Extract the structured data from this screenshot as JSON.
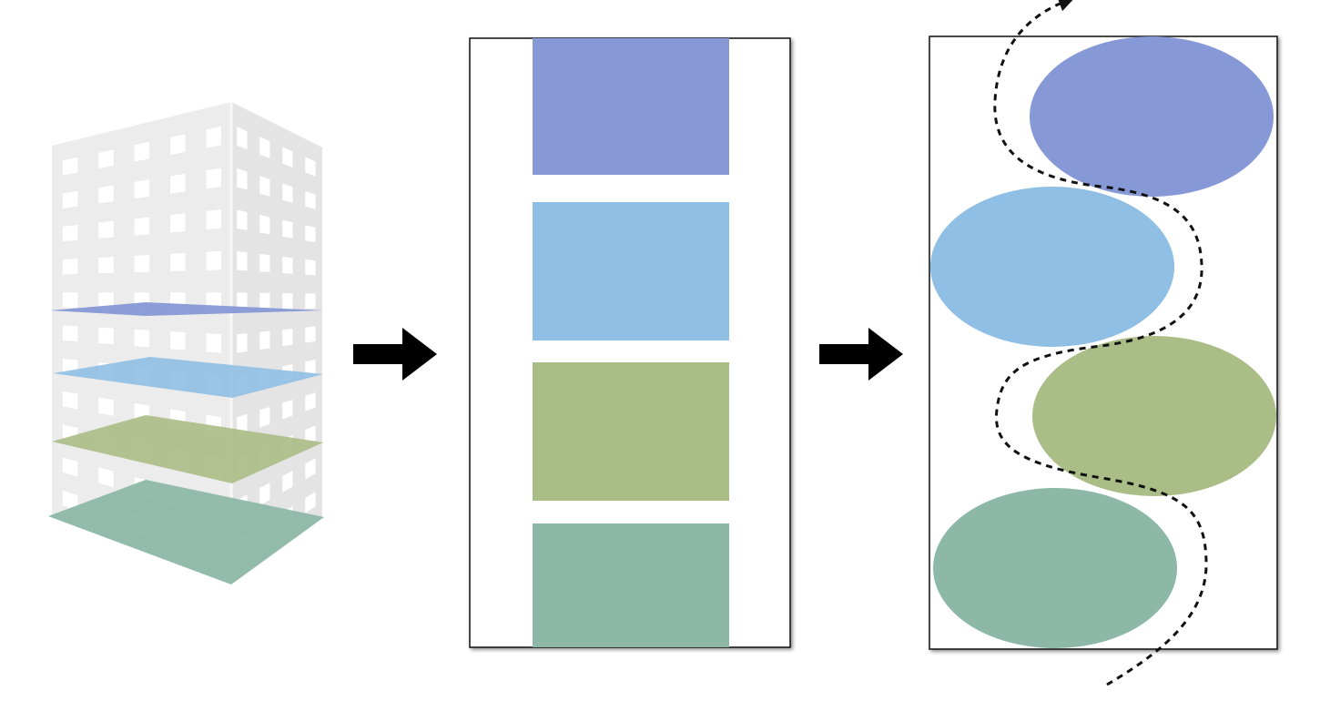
{
  "colors": {
    "floor_1": "#8798d6",
    "floor_2": "#8fbfe4",
    "floor_3": "#abbd87",
    "floor_4": "#8db8a8",
    "building_front": "#ececec",
    "building_side": "#e4e4e4",
    "building_window": "#ffffff",
    "frame_border": "#111111",
    "arrow": "#000000",
    "path_stroke": "#111111"
  },
  "icons": {
    "building": "building-icon",
    "arrow": "arrow-right-icon",
    "path_arrowhead": "arrowhead-icon"
  },
  "stages": [
    {
      "name": "building-floors"
    },
    {
      "name": "floor-plan-stack"
    },
    {
      "name": "offset-zones-with-path"
    }
  ]
}
